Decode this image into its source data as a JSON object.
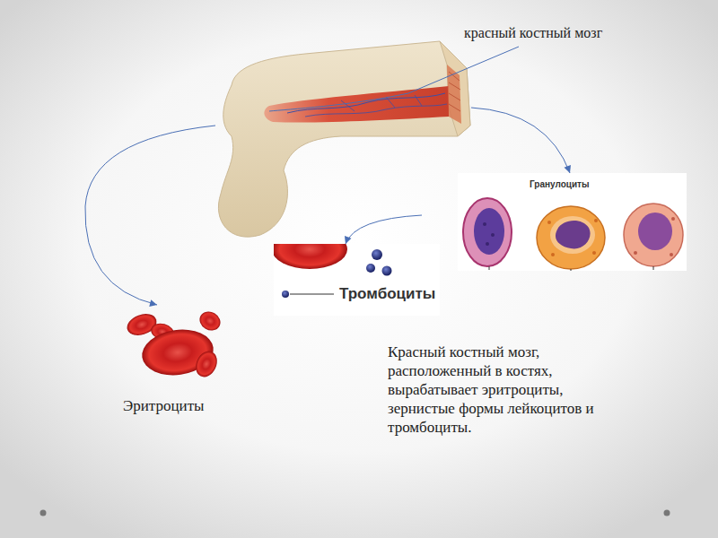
{
  "diagram": {
    "nodes": [
      {
        "text": [
          "красный костный мозг"
        ]
      },
      {
        "text": [
          "Эритроциты"
        ]
      },
      {
        "text": [
          "Тромбоциты"
        ]
      },
      {
        "text": [
          "Гранулоциты"
        ]
      }
    ],
    "edges": [
      {
        "from": 0,
        "to": 1,
        "arrow": "to"
      },
      {
        "from": 0,
        "to": 2,
        "arrow": "to"
      },
      {
        "from": 0,
        "to": 3,
        "arrow": "to"
      }
    ],
    "labels": [
      "Красный костный мозг, расположенный в костях, вырабатывает эритроциты, зернистые формы лейкоцитов и тромбоциты."
    ]
  }
}
